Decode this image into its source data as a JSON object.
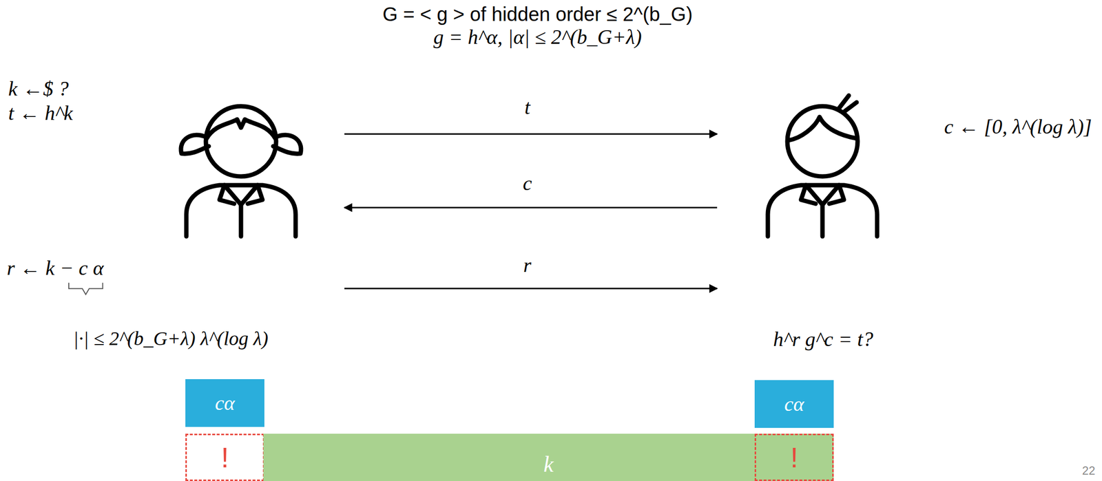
{
  "diagram": {
    "nodes": [
      {
        "text": [
          "cα"
        ]
      },
      {
        "text": [
          "cα"
        ]
      },
      {
        "text": [
          "!"
        ]
      },
      {
        "text": [
          "k"
        ]
      },
      {
        "text": [
          "!"
        ],
        "in": 3
      }
    ],
    "labels": [
      "G = < g > of hidden order ≤ 2^(b_G)",
      "g = h^α, |α| ≤ 2^(b_G+λ)",
      "k ←$ ?",
      "t ← h^k",
      "t",
      "c",
      "r",
      "c ← [0, λ^(log λ)]",
      "r ← k − c α",
      "|·| ≤ 2^(b_G+λ) λ^(log λ)",
      "h^r g^c = t?",
      "22"
    ]
  }
}
